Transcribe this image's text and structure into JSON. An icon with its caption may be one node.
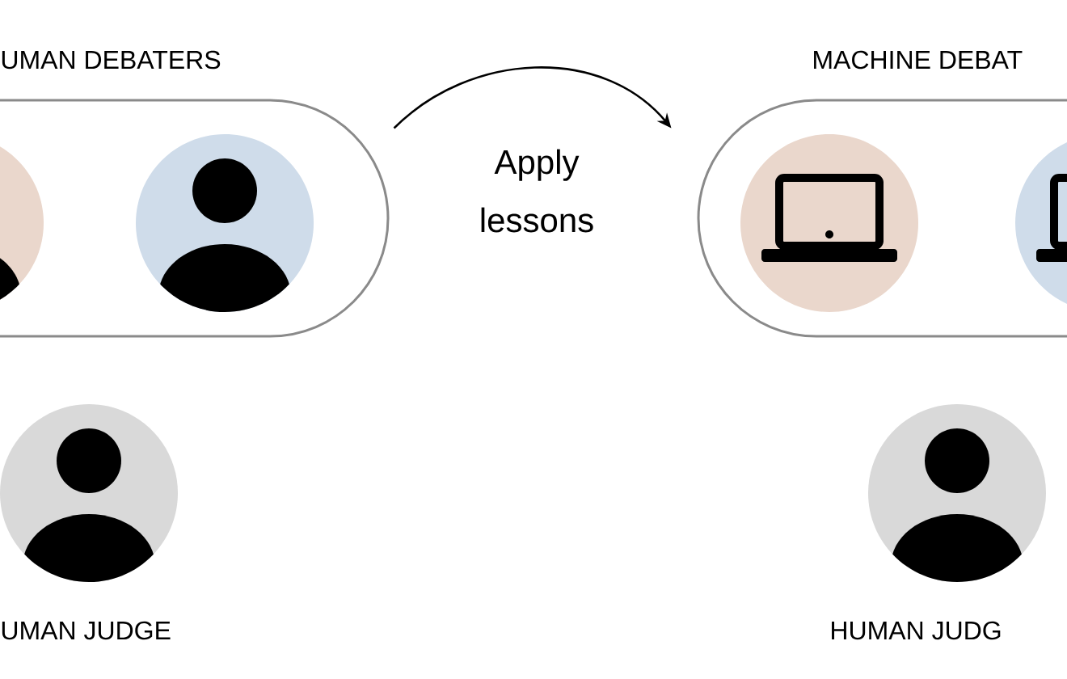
{
  "diagram": {
    "nodes": [
      {
        "text": [
          "UMAN DEBATERS"
        ]
      },
      {
        "text": [],
        "shape": "person",
        "in": 0
      },
      {
        "text": [],
        "shape": "person",
        "in": 0
      },
      {
        "text": [
          "UMAN JUDGE"
        ]
      },
      {
        "text": [
          "MACHINE DEBAT"
        ]
      },
      {
        "text": [],
        "shape": "laptop",
        "in": 4
      },
      {
        "text": [],
        "shape": "laptop",
        "in": 4
      },
      {
        "text": [
          "HUMAN JUDG"
        ]
      }
    ],
    "edges": [
      {
        "from": 0,
        "to": 4,
        "arrow": "to",
        "label": "Apply lessons"
      }
    ]
  }
}
